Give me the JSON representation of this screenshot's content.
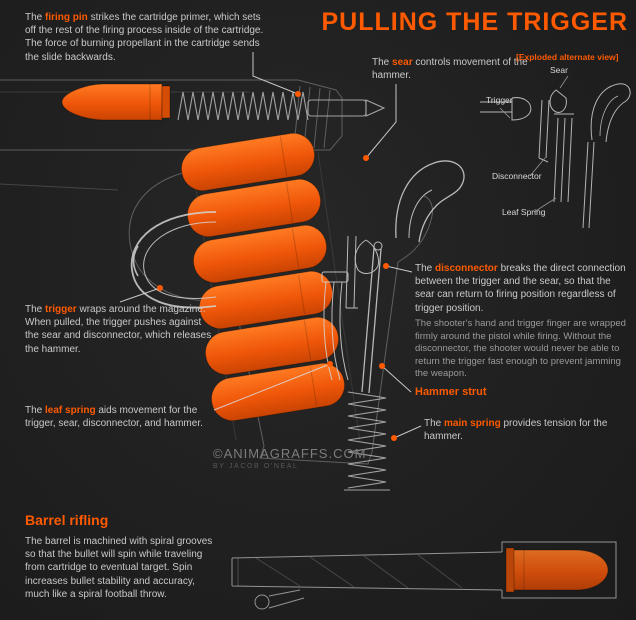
{
  "title": "PULLING THE TRIGGER",
  "colors": {
    "accent": "#ff5a00",
    "bullet": "#f05a0e",
    "text": "#c9c9c9",
    "dim_text": "#9a9a9a"
  },
  "callouts": {
    "firing_pin": {
      "pre": "The ",
      "key": "firing pin",
      "post": " strikes the cartridge primer, which sets off the rest of the firing process inside of the cartridge. The force of burning propellant in the cartridge sends the slide backwards."
    },
    "sear": {
      "pre": "The ",
      "key": "sear",
      "post": " controls movement of the hammer."
    },
    "disconnector": {
      "pre": "The ",
      "key": "disconnector",
      "post": " breaks the direct connection between the trigger and the sear, so that the sear can return to firing position regardless of trigger position."
    },
    "shooter_note": "The shooter's hand and trigger finger are wrapped firmly around the pistol while firing. Without the disconnector, the shooter would never be able to return the trigger fast enough to prevent jamming the weapon.",
    "hammer_strut": "Hammer strut",
    "main_spring": {
      "pre": "The ",
      "key": "main spring",
      "post": " provides tension for the hammer."
    },
    "trigger": {
      "pre": "The ",
      "key": "trigger",
      "post": " wraps around the magazine. When pulled, the trigger pushes against the sear and disconnector, which releases the hammer."
    },
    "leaf_spring": {
      "pre": "The ",
      "key": "leaf spring",
      "post": " aids movement for the trigger, sear, disconnector, and hammer."
    }
  },
  "exploded_view": {
    "label": "[Exploded alternate view]",
    "parts": [
      "Sear",
      "Trigger",
      "Disconnector",
      "Leaf Spring"
    ]
  },
  "watermark": {
    "site": "©ANIMAGRAFFS.COM",
    "byline": "BY JACOB O'NEAL"
  },
  "barrel_section": {
    "heading": "Barrel rifling",
    "text": "The barrel is machined with spiral grooves so that the bullet will spin while traveling from cartridge to eventual target. Spin increases bullet stability and accuracy, much like a spiral football throw."
  }
}
